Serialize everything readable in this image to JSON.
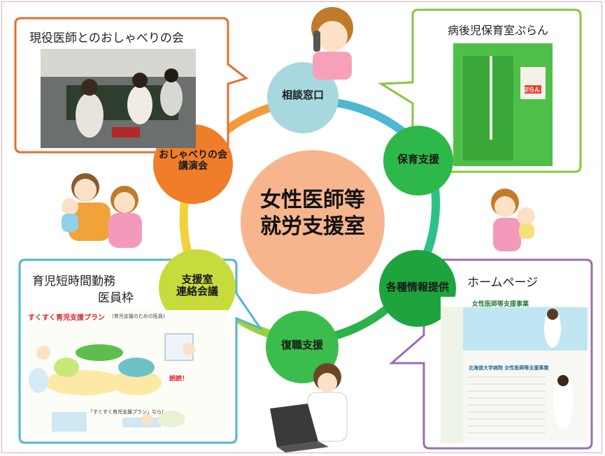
{
  "center": {
    "line1": "女性医師等",
    "line2": "就労支援室"
  },
  "nodes": {
    "soudan": "相談窓口",
    "hoiku": "保育支援",
    "joho": "各種情報提供",
    "fukushoku": "復職支援",
    "renraku_1": "支援室",
    "renraku_2": "連絡会議",
    "oshaberi_1": "おしゃべりの会",
    "oshaberi_2": "講演会"
  },
  "bubbles": {
    "top_left": "現役医師とのおしゃべりの会",
    "top_right": "病後児保育室ぷらん",
    "bottom_left_1": "育児短時間勤務",
    "bottom_left_2": "医員枠",
    "bottom_right": "ホームページ"
  },
  "flyer": {
    "title": "すくすく育児支援プラン",
    "subtitle": "(育児支援のための医員)",
    "result": "朗読！",
    "footer": "「すくすく育児支援プラン」なら！"
  },
  "webpage": {
    "header": "女性医師等支援事業",
    "banner": "北海道大学病院 女性医師等支援事業"
  },
  "door_sign": "ぷらん",
  "colors": {
    "soudan": "#a7d8e0",
    "hoiku": "#2fb84a",
    "joho": "#1ea43d",
    "fukushoku": "#3bbd4d",
    "renraku": "#c7dc3c",
    "oshaberi": "#ef7d2a",
    "center": "#f7b58e"
  }
}
